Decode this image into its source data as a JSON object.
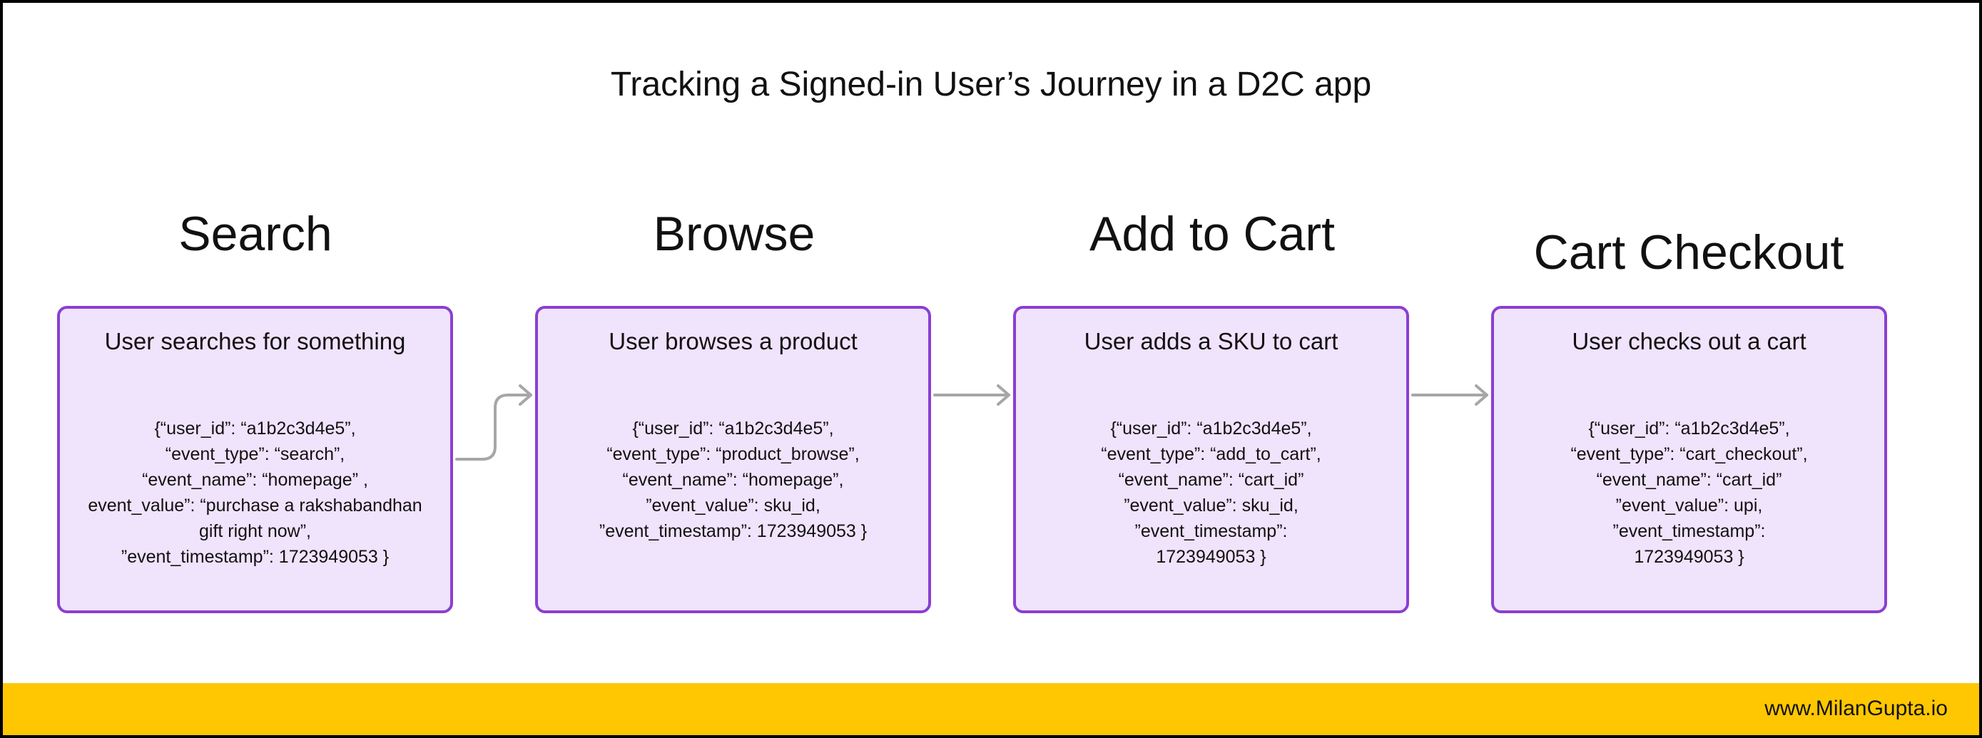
{
  "title": "Tracking a Signed-in User’s Journey in a D2C app",
  "stages": [
    {
      "title": "Search",
      "heading": "User searches for something",
      "code": "{“user_id”: “a1b2c3d4e5”,\n“event_type”: “search”,\n“event_name”: “homepage” ,\nevent_value”: “purchase a rakshabandhan gift right now”,\n”event_timestamp”: 1723949053 }"
    },
    {
      "title": "Browse",
      "heading": "User browses a product",
      "code": "{“user_id”: “a1b2c3d4e5”,\n“event_type”: “product_browse”,\n“event_name”: “homepage”,\n”event_value”: sku_id,\n”event_timestamp”: 1723949053 }"
    },
    {
      "title": "Add to Cart",
      "heading": "User adds a SKU to cart",
      "code": "{“user_id”: “a1b2c3d4e5”,\n“event_type”: “add_to_cart”,\n“event_name”: “cart_id”\n”event_value”: sku_id,\n”event_timestamp”:\n1723949053 }"
    },
    {
      "title": "Cart Checkout",
      "heading": "User checks out a cart",
      "code": "{“user_id”: “a1b2c3d4e5”,\n“event_type”: “cart_checkout”,\n“event_name”: “cart_id”\n”event_value”: upi,\n”event_timestamp”:\n1723949053 }"
    }
  ],
  "footer": {
    "website": "www.MilanGupta.io"
  },
  "colors": {
    "box_fill": "#f0e3fc",
    "box_border": "#8a3fd1",
    "connector": "#a6a6a6",
    "footer_band": "#ffc701",
    "frame": "#000000"
  }
}
